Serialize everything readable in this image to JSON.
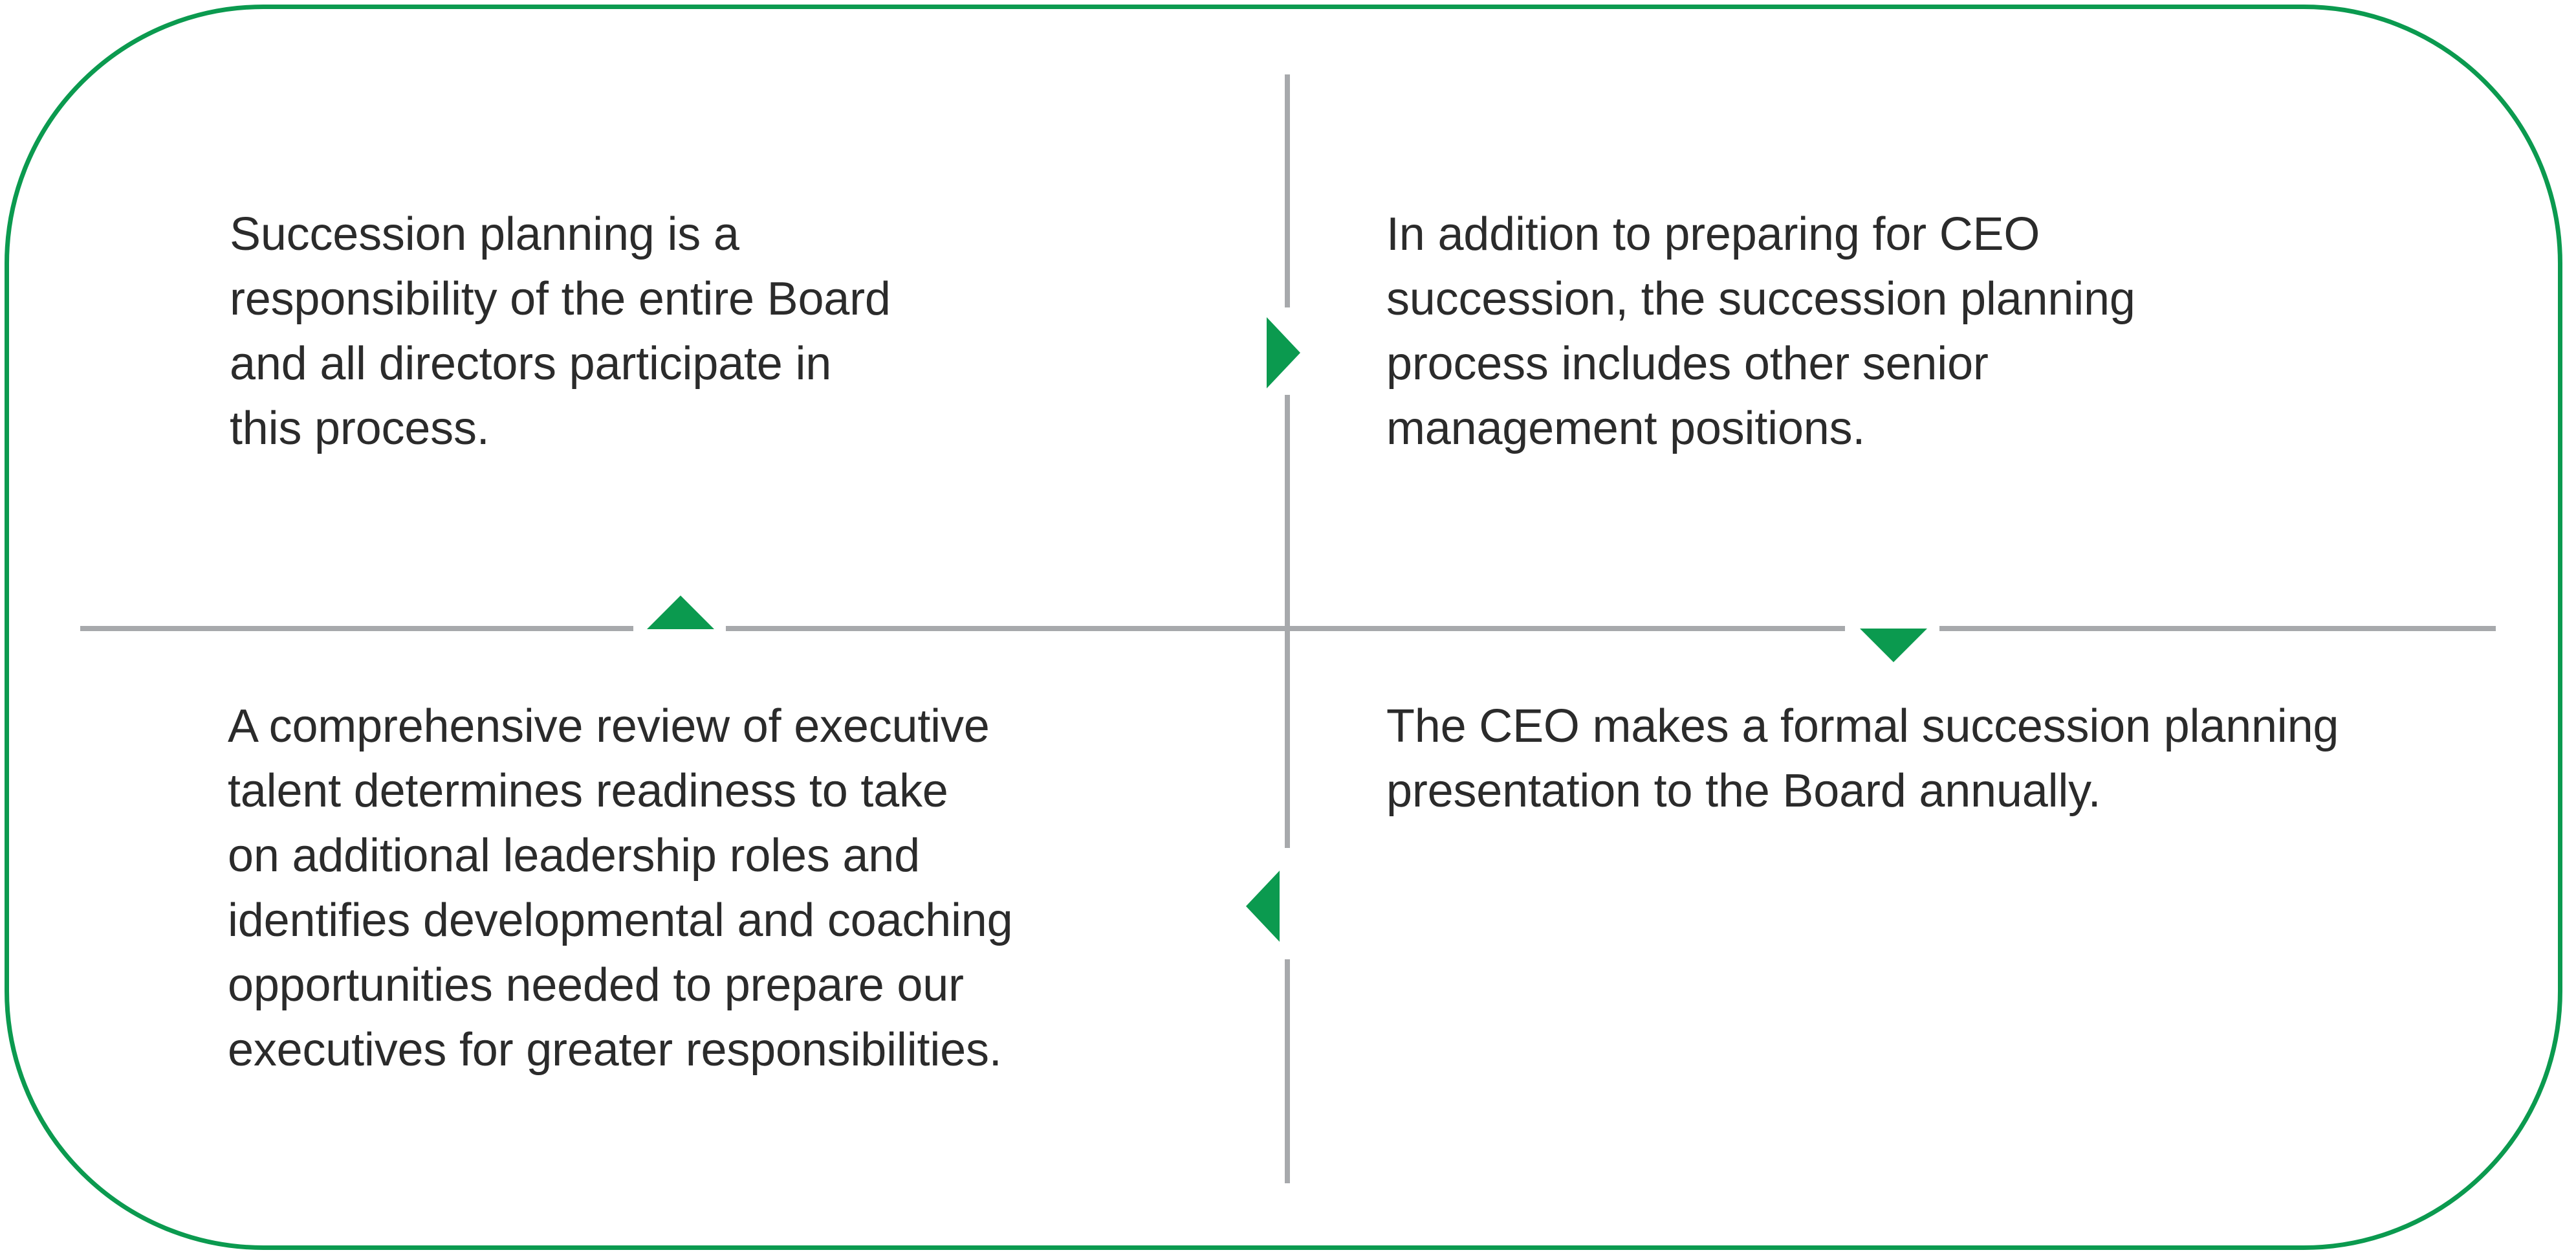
{
  "colors": {
    "accent_green": "#0b9a4f",
    "rule_gray": "#a7a9ac",
    "text": "#2b2b2b",
    "background": "#ffffff"
  },
  "diagram": {
    "type": "four-quadrant-cycle",
    "frame": {
      "shape": "rounded-rectangle",
      "stroke": "#0b9a4f"
    },
    "quadrants": [
      {
        "id": "top-left",
        "position": "top-left",
        "text": "Succession planning is a\nresponsibility of the entire Board\nand all directors participate in\nthis process."
      },
      {
        "id": "top-right",
        "position": "top-right",
        "text": "In addition to preparing for CEO\nsuccession, the succession planning\nprocess includes other senior\nmanagement positions."
      },
      {
        "id": "bottom-left",
        "position": "bottom-left",
        "text": "A comprehensive review of executive\ntalent determines readiness to take\non additional leadership roles and\nidentifies developmental and coaching\nopportunities needed to prepare our\nexecutives for greater responsibilities."
      },
      {
        "id": "bottom-right",
        "position": "bottom-right",
        "text": "The CEO makes a formal succession planning\npresentation to the Board annually."
      }
    ],
    "flow_markers": [
      {
        "id": "marker-right",
        "icon": "triangle-right-icon",
        "direction": "right",
        "color": "#0b9a4f"
      },
      {
        "id": "marker-down",
        "icon": "triangle-down-icon",
        "direction": "down",
        "color": "#0b9a4f"
      },
      {
        "id": "marker-left",
        "icon": "triangle-left-icon",
        "direction": "left",
        "color": "#0b9a4f"
      },
      {
        "id": "marker-up",
        "icon": "triangle-up-icon",
        "direction": "up",
        "color": "#0b9a4f"
      }
    ],
    "dividers": [
      {
        "id": "vertical-divider",
        "orientation": "vertical",
        "color": "#a7a9ac"
      },
      {
        "id": "horizontal-divider",
        "orientation": "horizontal",
        "color": "#a7a9ac"
      }
    ]
  }
}
